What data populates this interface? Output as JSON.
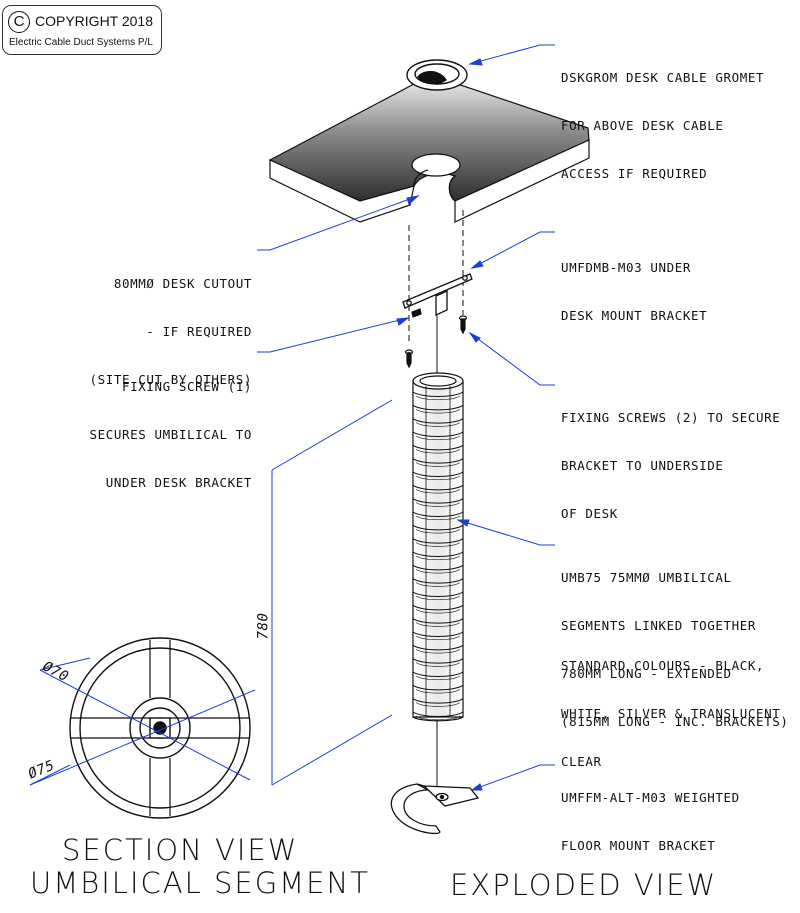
{
  "copyright": {
    "symbol": "C",
    "title": "COPYRIGHT 2018",
    "company": "Electric Cable Duct Systems P/L"
  },
  "callouts": {
    "gromet": [
      "DSKGROM DESK CABLE GROMET",
      "FOR ABOVE DESK CABLE",
      "ACCESS IF REQUIRED"
    ],
    "cutout": [
      "80MMØ DESK CUTOUT",
      "- IF REQUIRED",
      "(SITE CUT BY OTHERS)"
    ],
    "bracket": [
      "UMFDMB-M03 UNDER",
      "DESK MOUNT BRACKET"
    ],
    "screw1": [
      "FIXING SCREW (1)",
      "SECURES UMBILICAL TO",
      "UNDER DESK BRACKET"
    ],
    "screws2": [
      "FIXING SCREWS (2) TO SECURE",
      "BRACKET TO UNDERSIDE",
      "OF DESK"
    ],
    "umbilical": [
      "UMB75 75MMØ UMBILICAL",
      "SEGMENTS LINKED TOGETHER",
      "780MM LONG - EXTENDED",
      "(815MM LONG - INC. BRACKETS)"
    ],
    "colours": [
      "STANDARD COLOURS - BLACK,",
      "WHITE, SILVER & TRANSLUCENT",
      "CLEAR"
    ],
    "floor": [
      "UMFFM-ALT-M03 WEIGHTED",
      "FLOOR MOUNT BRACKET"
    ]
  },
  "dimensions": {
    "length": "780",
    "dia70": "Ø70",
    "dia75": "Ø75"
  },
  "titles": {
    "section_line1": "SECTION VIEW",
    "section_line2": "UMBILICAL SEGMENT",
    "exploded": "EXPLODED VIEW"
  },
  "colors": {
    "leader": "#1a3fd6",
    "line": "#111111",
    "desk_dark": "#3a3a3a",
    "desk_light": "#e6e6e6"
  }
}
